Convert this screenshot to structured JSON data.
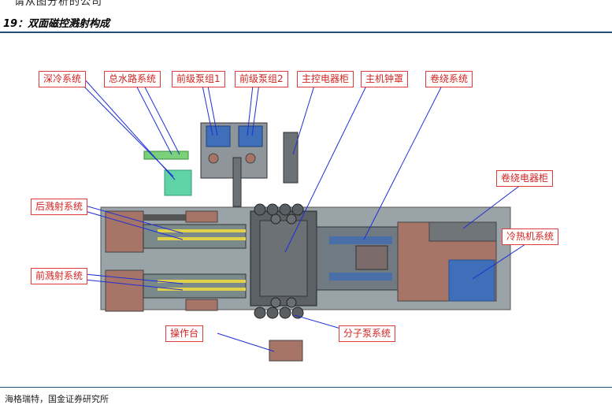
{
  "header": {
    "cut_text": "请从图分析的公司",
    "figure_title": "19：双面磁控溅射构成"
  },
  "labels": {
    "deep_cooling": "深冷系统",
    "water_system": "总水路系统",
    "pump_group_1": "前级泵组1",
    "pump_group_2": "前级泵组2",
    "main_cabinet": "主控电器柜",
    "main_bell": "主机钟罩",
    "winding_system": "卷绕系统",
    "winding_cabinet": "卷绕电器柜",
    "rear_sputter": "后溅射系统",
    "chiller": "冷热机系统",
    "front_sputter": "前溅射系统",
    "console": "操作台",
    "molecular_pump": "分子泵系统"
  },
  "colors": {
    "label_border": "#e03a3a",
    "label_text": "#d42424",
    "leader_line": "#1f2fd6",
    "rule": "#1f4e79"
  },
  "footer": {
    "source": "海格瑞特，国金证券研究所"
  }
}
